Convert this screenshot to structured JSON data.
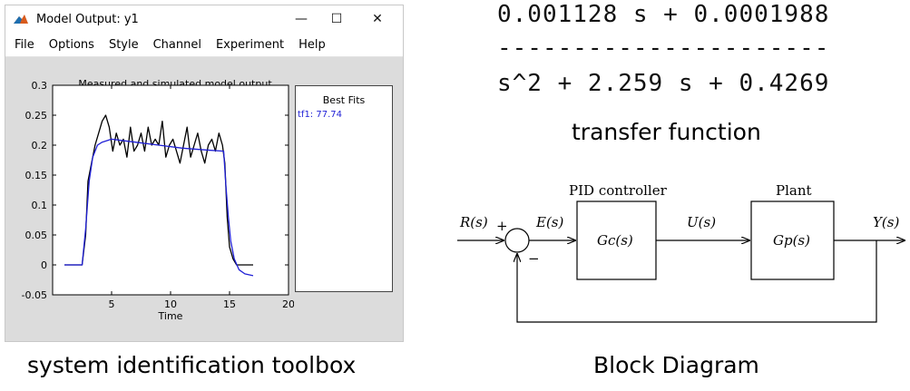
{
  "window": {
    "title": "Model Output: y1",
    "minimize": "—",
    "maximize": "☐",
    "close": "✕"
  },
  "menu": [
    "File",
    "Options",
    "Style",
    "Channel",
    "Experiment",
    "Help"
  ],
  "plot": {
    "title": "Measured and simulated model output",
    "xlabel": "Time",
    "yticks": [
      "0.3",
      "0.25",
      "0.2",
      "0.15",
      "0.1",
      "0.05",
      "0",
      "-0.05"
    ],
    "xticks": [
      "5",
      "10",
      "15",
      "20"
    ]
  },
  "best_fits": {
    "title": "Best Fits",
    "item": "tf1: 77.74"
  },
  "chart_data": {
    "type": "line",
    "title": "Measured and simulated model output",
    "xlabel": "Time",
    "ylabel": "",
    "xlim": [
      0,
      20
    ],
    "ylim": [
      -0.05,
      0.3
    ],
    "grid": false,
    "series": [
      {
        "color": "#000000",
        "x": [
          1,
          2.5,
          2.8,
          3.0,
          3.3,
          3.6,
          3.9,
          4.2,
          4.5,
          4.8,
          5.1,
          5.4,
          5.7,
          6.0,
          6.3,
          6.6,
          6.9,
          7.2,
          7.5,
          7.8,
          8.1,
          8.4,
          8.7,
          9.0,
          9.3,
          9.6,
          9.9,
          10.2,
          10.5,
          10.8,
          11.1,
          11.4,
          11.7,
          12.0,
          12.3,
          12.6,
          12.9,
          13.2,
          13.5,
          13.8,
          14.1,
          14.4,
          14.6,
          14.8,
          15.0,
          15.3,
          15.6,
          16.0,
          17.0
        ],
        "y": [
          0,
          0,
          0.05,
          0.14,
          0.17,
          0.2,
          0.22,
          0.24,
          0.25,
          0.23,
          0.19,
          0.22,
          0.2,
          0.21,
          0.18,
          0.23,
          0.19,
          0.2,
          0.22,
          0.19,
          0.23,
          0.2,
          0.21,
          0.2,
          0.24,
          0.18,
          0.2,
          0.21,
          0.19,
          0.17,
          0.2,
          0.23,
          0.18,
          0.2,
          0.22,
          0.19,
          0.17,
          0.2,
          0.21,
          0.19,
          0.22,
          0.2,
          0.17,
          0.08,
          0.03,
          0.01,
          0,
          0,
          0
        ]
      },
      {
        "color": "#1f1fd6",
        "x": [
          1,
          2.5,
          2.8,
          3.1,
          3.4,
          3.8,
          4.2,
          5,
          7,
          9,
          11,
          13,
          14.5,
          14.7,
          14.9,
          15.1,
          15.4,
          15.8,
          16.3,
          17.0
        ],
        "y": [
          0,
          0,
          0.06,
          0.14,
          0.18,
          0.2,
          0.205,
          0.21,
          0.205,
          0.2,
          0.195,
          0.192,
          0.19,
          0.13,
          0.08,
          0.04,
          0.01,
          -0.008,
          -0.015,
          -0.018
        ]
      }
    ]
  },
  "captions": {
    "left": "system identification toolbox",
    "tf": "transfer function",
    "bd": "Block Diagram"
  },
  "transfer_function": {
    "numerator": "0.001128 s + 0.0001988",
    "divider": "----------------------",
    "denominator": "s^2 + 2.259 s + 0.4269"
  },
  "block_diagram": {
    "pid_label": "PID controller",
    "plant_label": "Plant",
    "gc": "Gc(s)",
    "gp": "Gp(s)",
    "r": "R(s)",
    "e": "E(s)",
    "u": "U(s)",
    "y": "Y(s)",
    "plus": "+",
    "minus": "−"
  }
}
